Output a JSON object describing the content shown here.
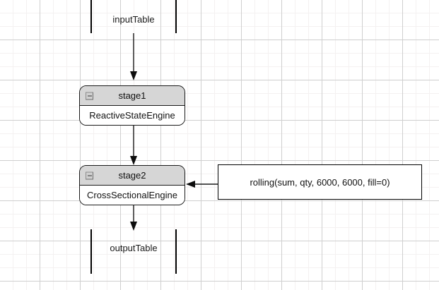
{
  "diagram": {
    "type": "pipeline-flow",
    "background": "grid-paper",
    "grid_color": "#cfcfcf",
    "grid_minor_color": "#f4f1f1"
  },
  "nodes": {
    "input_table": {
      "label": "inputTable",
      "kind": "table-terminal"
    },
    "output_table": {
      "label": "outputTable",
      "kind": "table-terminal"
    },
    "stage1": {
      "title": "stage1",
      "engine": "ReactiveStateEngine",
      "collapse_icon": "collapse-minus-icon",
      "header_color": "#d6d6d6"
    },
    "stage2": {
      "title": "stage2",
      "engine": "CrossSectionalEngine",
      "collapse_icon": "collapse-minus-icon",
      "header_color": "#d6d6d6"
    },
    "annotation": {
      "text": "rolling(sum, qty, 6000, 6000, fill=0)"
    }
  },
  "edges": [
    {
      "name": "input-to-stage1",
      "from": "inputTable",
      "to": "stage1",
      "direction": "down"
    },
    {
      "name": "stage1-to-stage2",
      "from": "stage1",
      "to": "stage2",
      "direction": "down"
    },
    {
      "name": "annotation-to-stage2",
      "from": "annotation",
      "to": "stage2",
      "direction": "left"
    },
    {
      "name": "stage2-to-output",
      "from": "stage2",
      "to": "outputTable",
      "direction": "down"
    }
  ]
}
